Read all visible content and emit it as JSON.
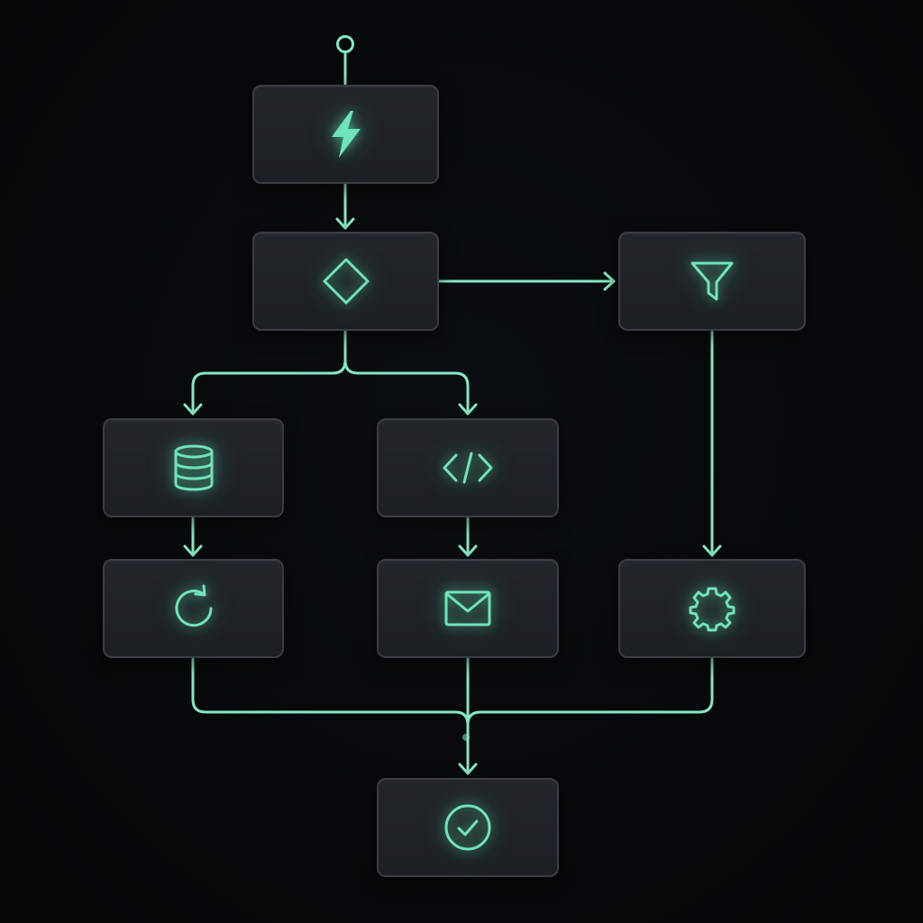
{
  "theme": {
    "background": "#07090c",
    "node_fill": "#202328",
    "node_border": "#3a3e44",
    "accent": "#6fe3bb",
    "connector": "#86e6c4"
  },
  "workflow": {
    "nodes": [
      {
        "id": "trigger",
        "icon": "lightning-bolt-icon"
      },
      {
        "id": "condition",
        "icon": "diamond-icon"
      },
      {
        "id": "filter",
        "icon": "filter-funnel-icon"
      },
      {
        "id": "database",
        "icon": "database-icon"
      },
      {
        "id": "code",
        "icon": "code-brackets-icon"
      },
      {
        "id": "loop",
        "icon": "refresh-icon"
      },
      {
        "id": "email",
        "icon": "mail-envelope-icon"
      },
      {
        "id": "settings",
        "icon": "gear-icon"
      },
      {
        "id": "complete",
        "icon": "check-circle-icon"
      }
    ],
    "edges": [
      {
        "from": "start",
        "to": "trigger"
      },
      {
        "from": "trigger",
        "to": "condition"
      },
      {
        "from": "condition",
        "to": "filter"
      },
      {
        "from": "condition",
        "to": "database"
      },
      {
        "from": "condition",
        "to": "code"
      },
      {
        "from": "database",
        "to": "loop"
      },
      {
        "from": "code",
        "to": "email"
      },
      {
        "from": "filter",
        "to": "settings"
      },
      {
        "from": "loop",
        "to": "complete"
      },
      {
        "from": "email",
        "to": "complete"
      },
      {
        "from": "settings",
        "to": "complete"
      }
    ]
  }
}
